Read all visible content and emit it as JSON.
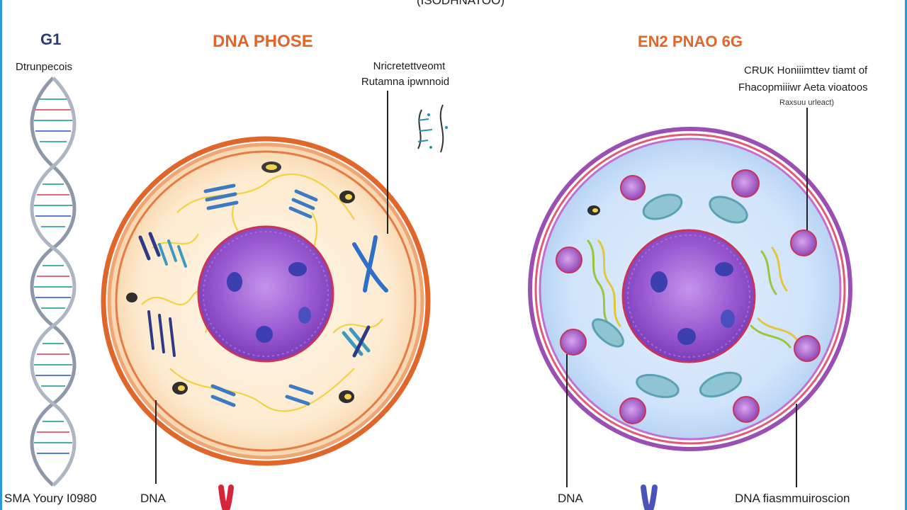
{
  "header": {
    "caption": "(ISODHNATOO)"
  },
  "left_panel": {
    "phase_label": "G1",
    "top_note": "Dtrunpecois",
    "bottom_note": "SMA Youry I0980"
  },
  "dna_phase": {
    "title": "DNA PHOSE",
    "annotation_line1": "Nricretettveomt",
    "annotation_line2": "Rutamna ipwnnoid",
    "bottom_label": "DNA"
  },
  "g2_phase": {
    "title": "EN2 PNAO 6G",
    "annotation_line1": "CRUK Honiiimttev tiamt of",
    "annotation_line2": "Fhacopmiiiwr Aeta vioatoos",
    "annotation_line3": "Raxsuu urleact)",
    "bottom_label_left": "DNA",
    "bottom_label_right": "DNA fiasmmuiroscion"
  },
  "colors": {
    "accent_orange": "#e0662a",
    "frame_blue": "#2a9ad6",
    "nucleus_purple": "#8d4fc6",
    "membrane_purple": "#9a4fb5",
    "chromosome_red": "#d6243a",
    "chromosome_blue": "#4b53b8"
  }
}
